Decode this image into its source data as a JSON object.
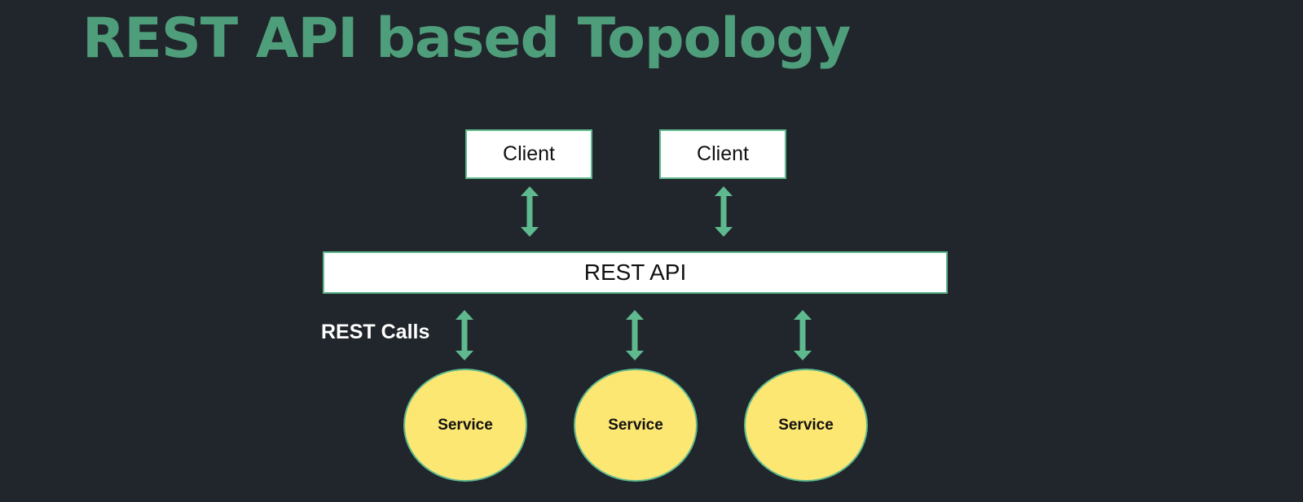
{
  "title": "REST API based Topology",
  "clients": [
    "Client",
    "Client"
  ],
  "api": {
    "label": "REST API"
  },
  "calls_label": "REST Calls",
  "services": [
    "Service",
    "Service",
    "Service"
  ],
  "colors": {
    "background": "#20262b",
    "title": "#4f9e7b",
    "arrow": "#5fb98e",
    "box_fill": "#ffffff",
    "service_fill": "#fde773"
  },
  "icons": {
    "connector": "double-headed-arrow-icon"
  }
}
